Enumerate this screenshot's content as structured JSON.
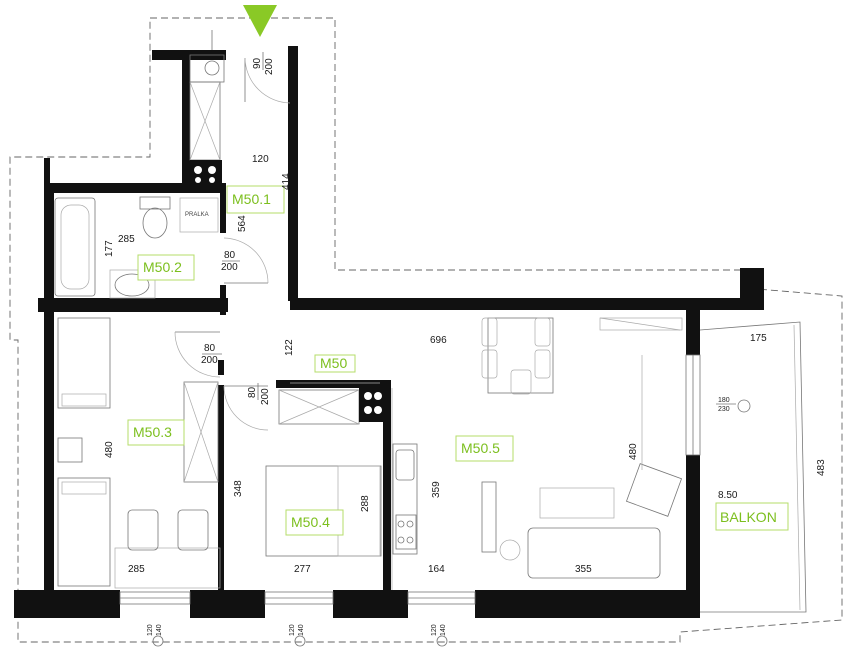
{
  "rooms": {
    "m50": "M50",
    "m50_1": "M50.1",
    "m50_2": "M50.2",
    "m50_3": "M50.3",
    "m50_4": "M50.4",
    "m50_5": "M50.5"
  },
  "balcony": {
    "label": "BALKON",
    "area": "8.50"
  },
  "appliance": {
    "washer": "PRALKA"
  },
  "dimensions": {
    "d120": "120",
    "d414": "414",
    "d564": "564",
    "d285_bath": "285",
    "d177": "177",
    "d122": "122",
    "d696": "696",
    "d175": "175",
    "d480_left": "480",
    "d348": "348",
    "d288": "288",
    "d359": "359",
    "d480_right": "480",
    "d483": "483",
    "d285_bottom": "285",
    "d277": "277",
    "d164": "164",
    "d355": "355"
  },
  "doors": {
    "entry": [
      "90",
      "200"
    ],
    "bathroom": [
      "80",
      "200"
    ],
    "room3": [
      "80",
      "200"
    ],
    "room4": [
      "80",
      "200"
    ]
  },
  "windows": {
    "w1": [
      "120",
      "140"
    ],
    "w2": [
      "120",
      "140"
    ],
    "w3": [
      "120",
      "140"
    ],
    "balcony_door": [
      "180",
      "230"
    ]
  }
}
